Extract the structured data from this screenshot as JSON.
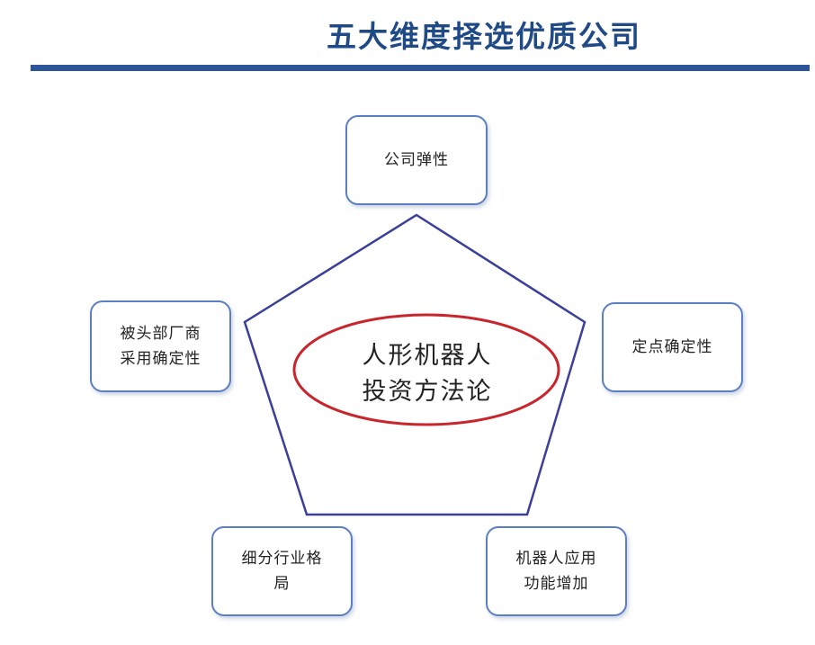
{
  "header": {
    "title": "五大维度择选优质公司"
  },
  "center": {
    "line1": "人形机器人",
    "line2": "投资方法论"
  },
  "dimensions": {
    "top": "公司弹性",
    "left_line1": "被头部厂商",
    "left_line2": "采用确定性",
    "right": "定点确定性",
    "bottom_left_line1": "细分行业格",
    "bottom_left_line2": "局",
    "bottom_right_line1": "机器人应用",
    "bottom_right_line2": "功能增加"
  },
  "colors": {
    "title": "#1f4a86",
    "rule": "#2e5597",
    "pentagon": "#3a3f9a",
    "ellipse": "#c8262c",
    "box_border": "#5b7fc4"
  }
}
